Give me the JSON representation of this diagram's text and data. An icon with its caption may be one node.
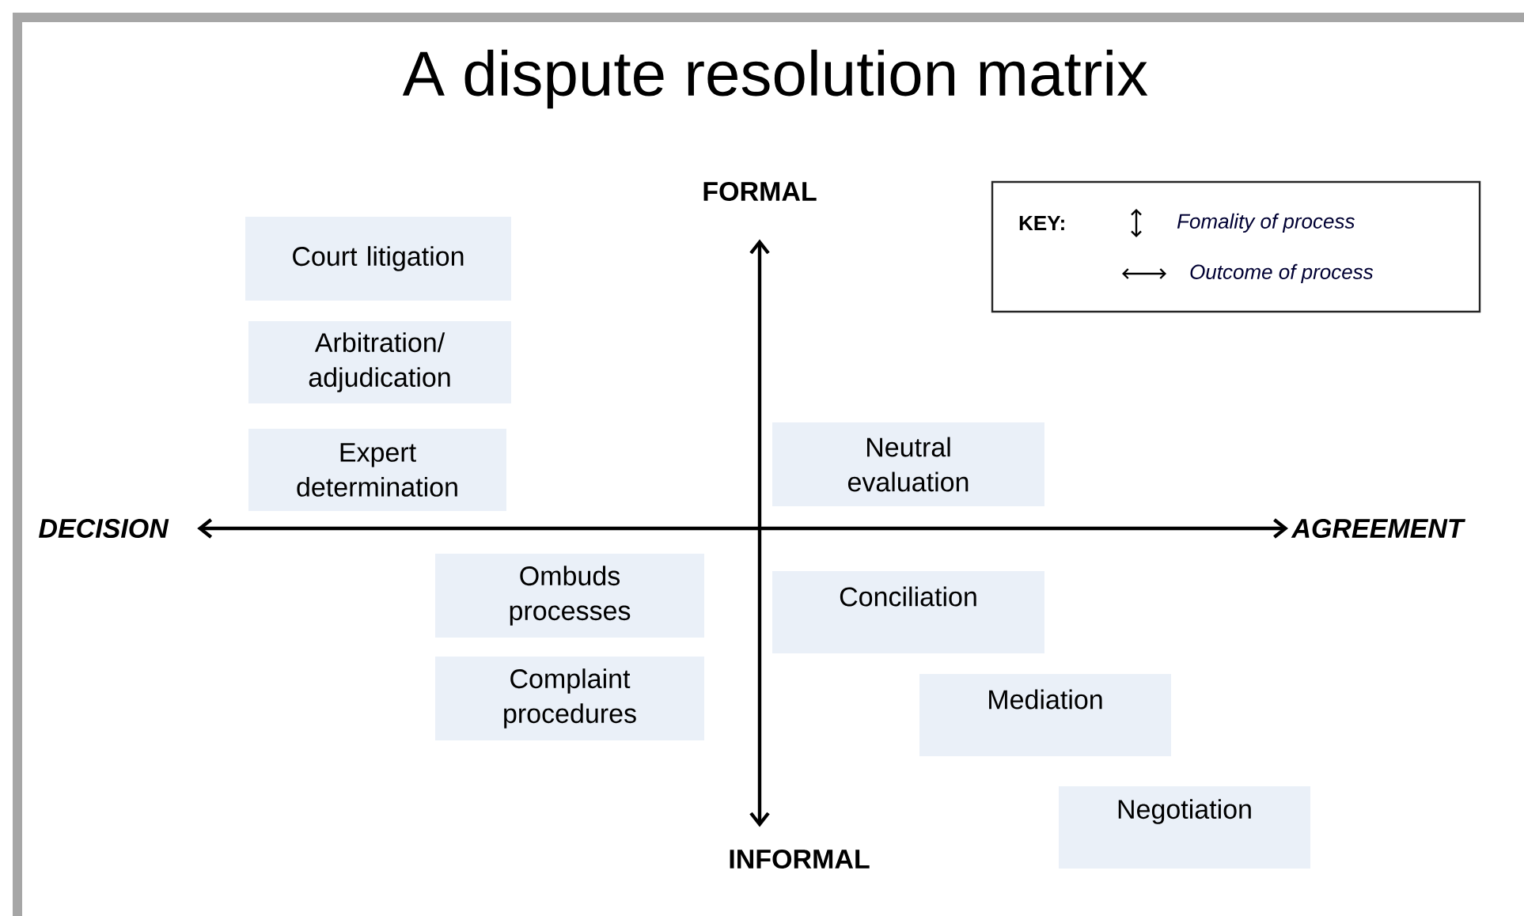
{
  "diagram": {
    "title": "A dispute resolution matrix",
    "nodes": [
      {
        "text": [
          "FORMAL"
        ]
      },
      {
        "text": [
          "Court litigation"
        ]
      },
      {
        "text": [
          "Arbitration/ adjudication"
        ]
      },
      {
        "text": [
          "Expert determination"
        ]
      },
      {
        "text": [
          "Neutral evaluation"
        ]
      },
      {
        "text": [
          "DECISION"
        ]
      },
      {
        "text": [
          "AGREEMENT"
        ]
      },
      {
        "text": [
          "Ombuds processes"
        ]
      },
      {
        "text": [
          "Conciliation"
        ]
      },
      {
        "text": [
          "Complaint procedures"
        ]
      },
      {
        "text": [
          "Mediation"
        ]
      },
      {
        "text": [
          "Negotiation"
        ]
      },
      {
        "text": [
          "INFORMAL"
        ]
      }
    ],
    "edges": [
      {
        "from": 0,
        "to": 12,
        "arrow": "both"
      },
      {
        "from": 5,
        "to": 6,
        "arrow": "both"
      }
    ],
    "labels": [
      "KEY:"
    ],
    "legend": [
      {
        "text": "Fomality of process"
      },
      {
        "text": "Outcome of process"
      }
    ]
  }
}
